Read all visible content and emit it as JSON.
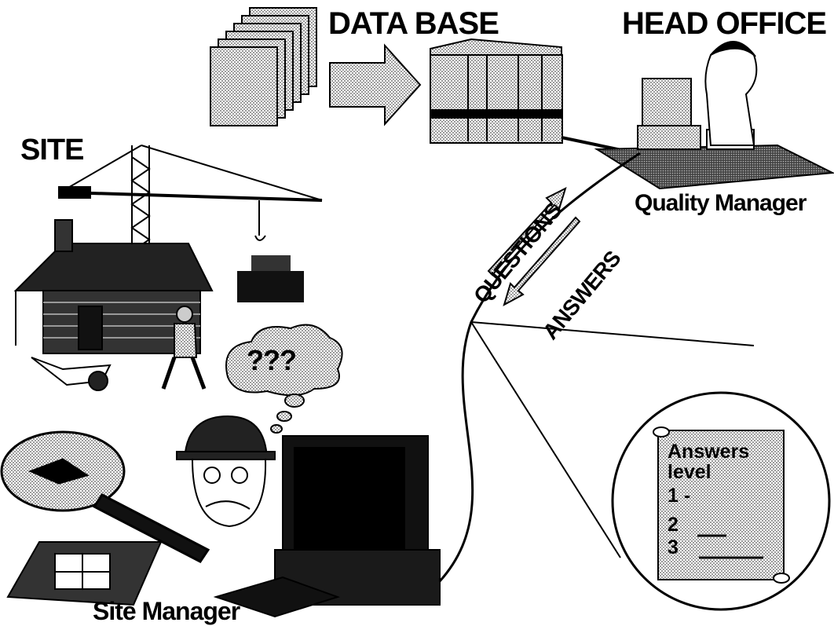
{
  "labels": {
    "database": "DATA BASE",
    "head_office": "HEAD OFFICE",
    "site": "SITE",
    "quality_manager": "Quality Manager",
    "questions": "QUESTIONS",
    "answers": "ANSWERS",
    "thought": "???",
    "site_manager": "Site Manager"
  },
  "scroll": {
    "title_line1": "Answers",
    "title_line2": "level",
    "items": [
      "1 -",
      "2",
      "3"
    ]
  }
}
